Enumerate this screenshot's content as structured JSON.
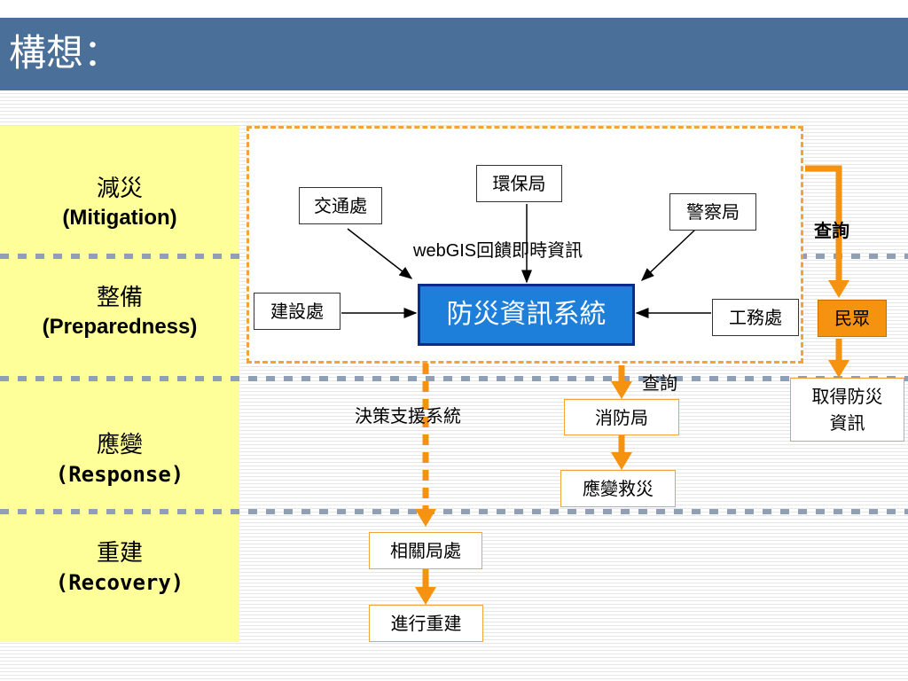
{
  "header": {
    "title": "構想："
  },
  "phases": [
    {
      "zh": "減災",
      "en": "(Mitigation)"
    },
    {
      "zh": "整備",
      "en": "(Preparedness)"
    },
    {
      "zh": "應變",
      "en": "(Response)"
    },
    {
      "zh": "重建",
      "en": "(Recovery)"
    }
  ],
  "diagram": {
    "core": "防災資訊系統",
    "agencies": {
      "traffic": "交通處",
      "environment": "環保局",
      "police": "警察局",
      "construction": "建設處",
      "public_works": "工務處"
    },
    "webgis_label": "webGIS回饋即時資訊",
    "query_label_public": "查詢",
    "query_label_fire": "查詢",
    "public": "民眾",
    "get_info": [
      "取得防災",
      "資訊"
    ],
    "decision_support": "決策支援系統",
    "fire_dept": "消防局",
    "emergency_rescue": "應變救災",
    "related_agencies": "相關局處",
    "rebuild": "進行重建"
  },
  "colors": {
    "header_bg": "#4a6f99",
    "phase_bg": "#ffff99",
    "core_bg": "#1e7fdb",
    "orange": "#f5920f"
  }
}
